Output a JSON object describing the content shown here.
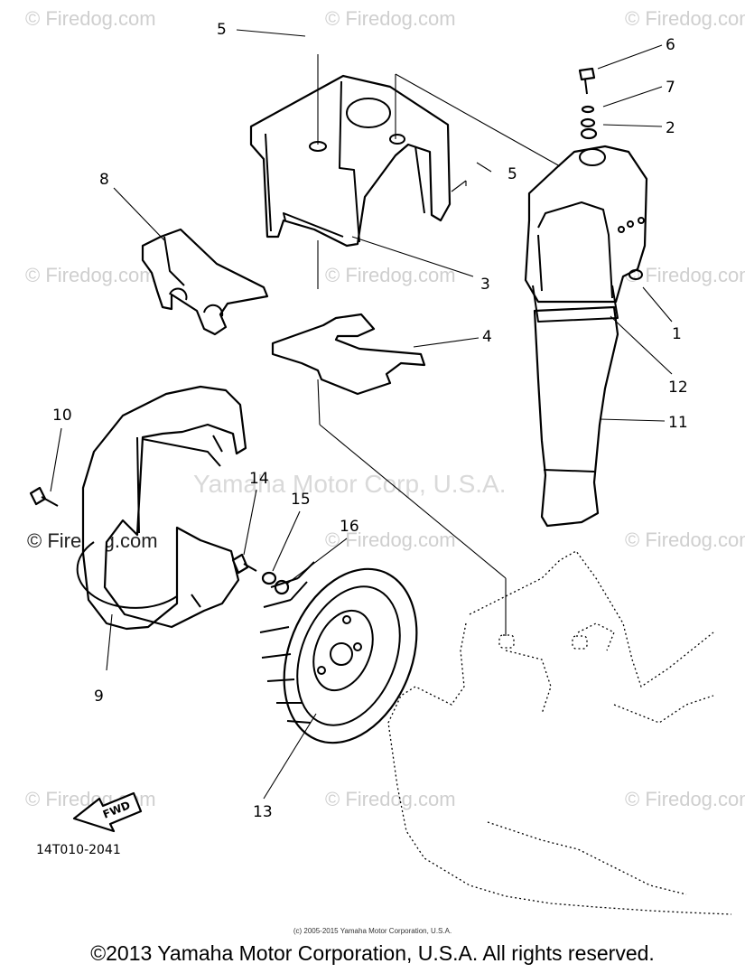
{
  "watermark_text": "© Firedog.com",
  "watermark_center": "Yamaha Motor Corp, U.S.A.",
  "callouts": {
    "c1": "1",
    "c2": "2",
    "c3": "3",
    "c4": "4",
    "c5a": "5",
    "c5b": "5",
    "c6": "6",
    "c7": "7",
    "c8": "8",
    "c9": "9",
    "c10": "10",
    "c11": "11",
    "c12": "12",
    "c13": "13",
    "c14": "14",
    "c15": "15",
    "c16": "16"
  },
  "fwd_label": "FWD",
  "diagram_code": "14T010-2041",
  "small_copyright": "(c) 2005-2015 Yamaha Motor Corporation, U.S.A.",
  "copyright": "©2013 Yamaha Motor Corporation, U.S.A. All rights reserved."
}
